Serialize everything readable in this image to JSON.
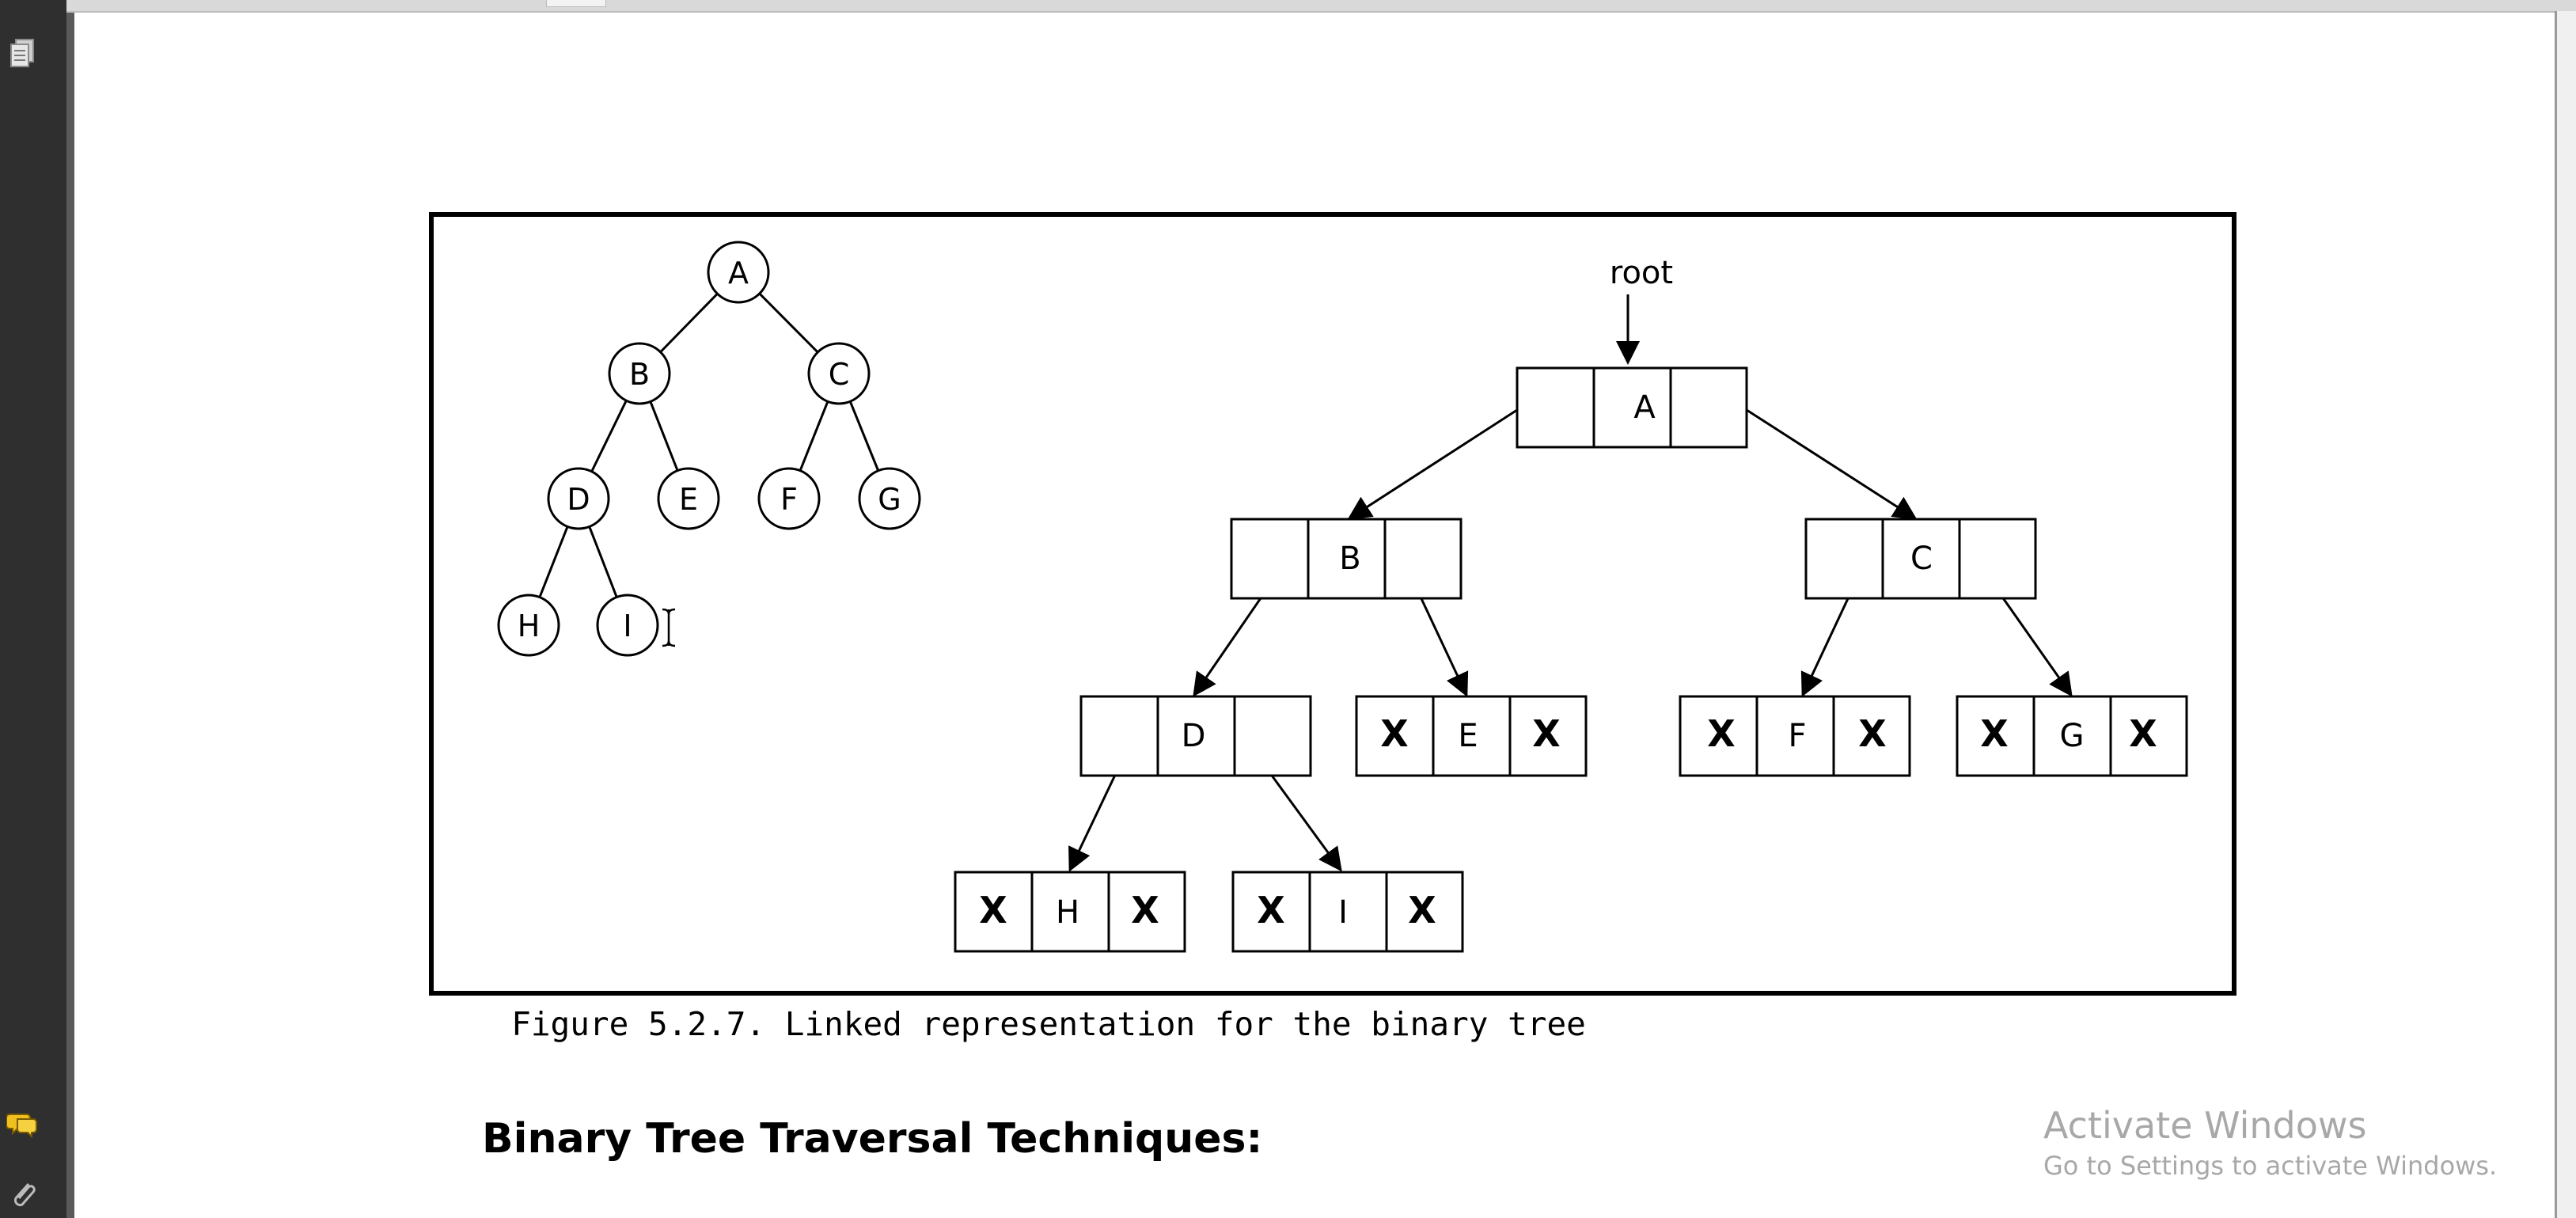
{
  "figure": {
    "caption": "Figure 5.2.7. Linked representation for the binary tree",
    "root_label": "root",
    "tree_nodes": [
      {
        "id": "A",
        "label": "A"
      },
      {
        "id": "B",
        "label": "B"
      },
      {
        "id": "C",
        "label": "C"
      },
      {
        "id": "D",
        "label": "D"
      },
      {
        "id": "E",
        "label": "E"
      },
      {
        "id": "F",
        "label": "F"
      },
      {
        "id": "G",
        "label": "G"
      },
      {
        "id": "H",
        "label": "H"
      },
      {
        "id": "I",
        "label": "I"
      }
    ],
    "linked_nodes": [
      {
        "id": "A",
        "label": "A",
        "left": "",
        "right": ""
      },
      {
        "id": "B",
        "label": "B",
        "left": "",
        "right": ""
      },
      {
        "id": "C",
        "label": "C",
        "left": "",
        "right": ""
      },
      {
        "id": "D",
        "label": "D",
        "left": "",
        "right": ""
      },
      {
        "id": "E",
        "label": "E",
        "left": "X",
        "right": "X"
      },
      {
        "id": "F",
        "label": "F",
        "left": "X",
        "right": "X"
      },
      {
        "id": "G",
        "label": "G",
        "left": "X",
        "right": "X"
      },
      {
        "id": "H",
        "label": "H",
        "left": "X",
        "right": "X"
      },
      {
        "id": "I",
        "label": "I",
        "left": "X",
        "right": "X"
      }
    ]
  },
  "section": {
    "heading": "Binary Tree Traversal Techniques:"
  },
  "watermark": {
    "title": "Activate Windows",
    "subtitle": "Go to Settings to activate Windows."
  },
  "toolbar": {
    "icons": [
      "pages-icon",
      "comments-icon",
      "attachment-icon"
    ]
  }
}
